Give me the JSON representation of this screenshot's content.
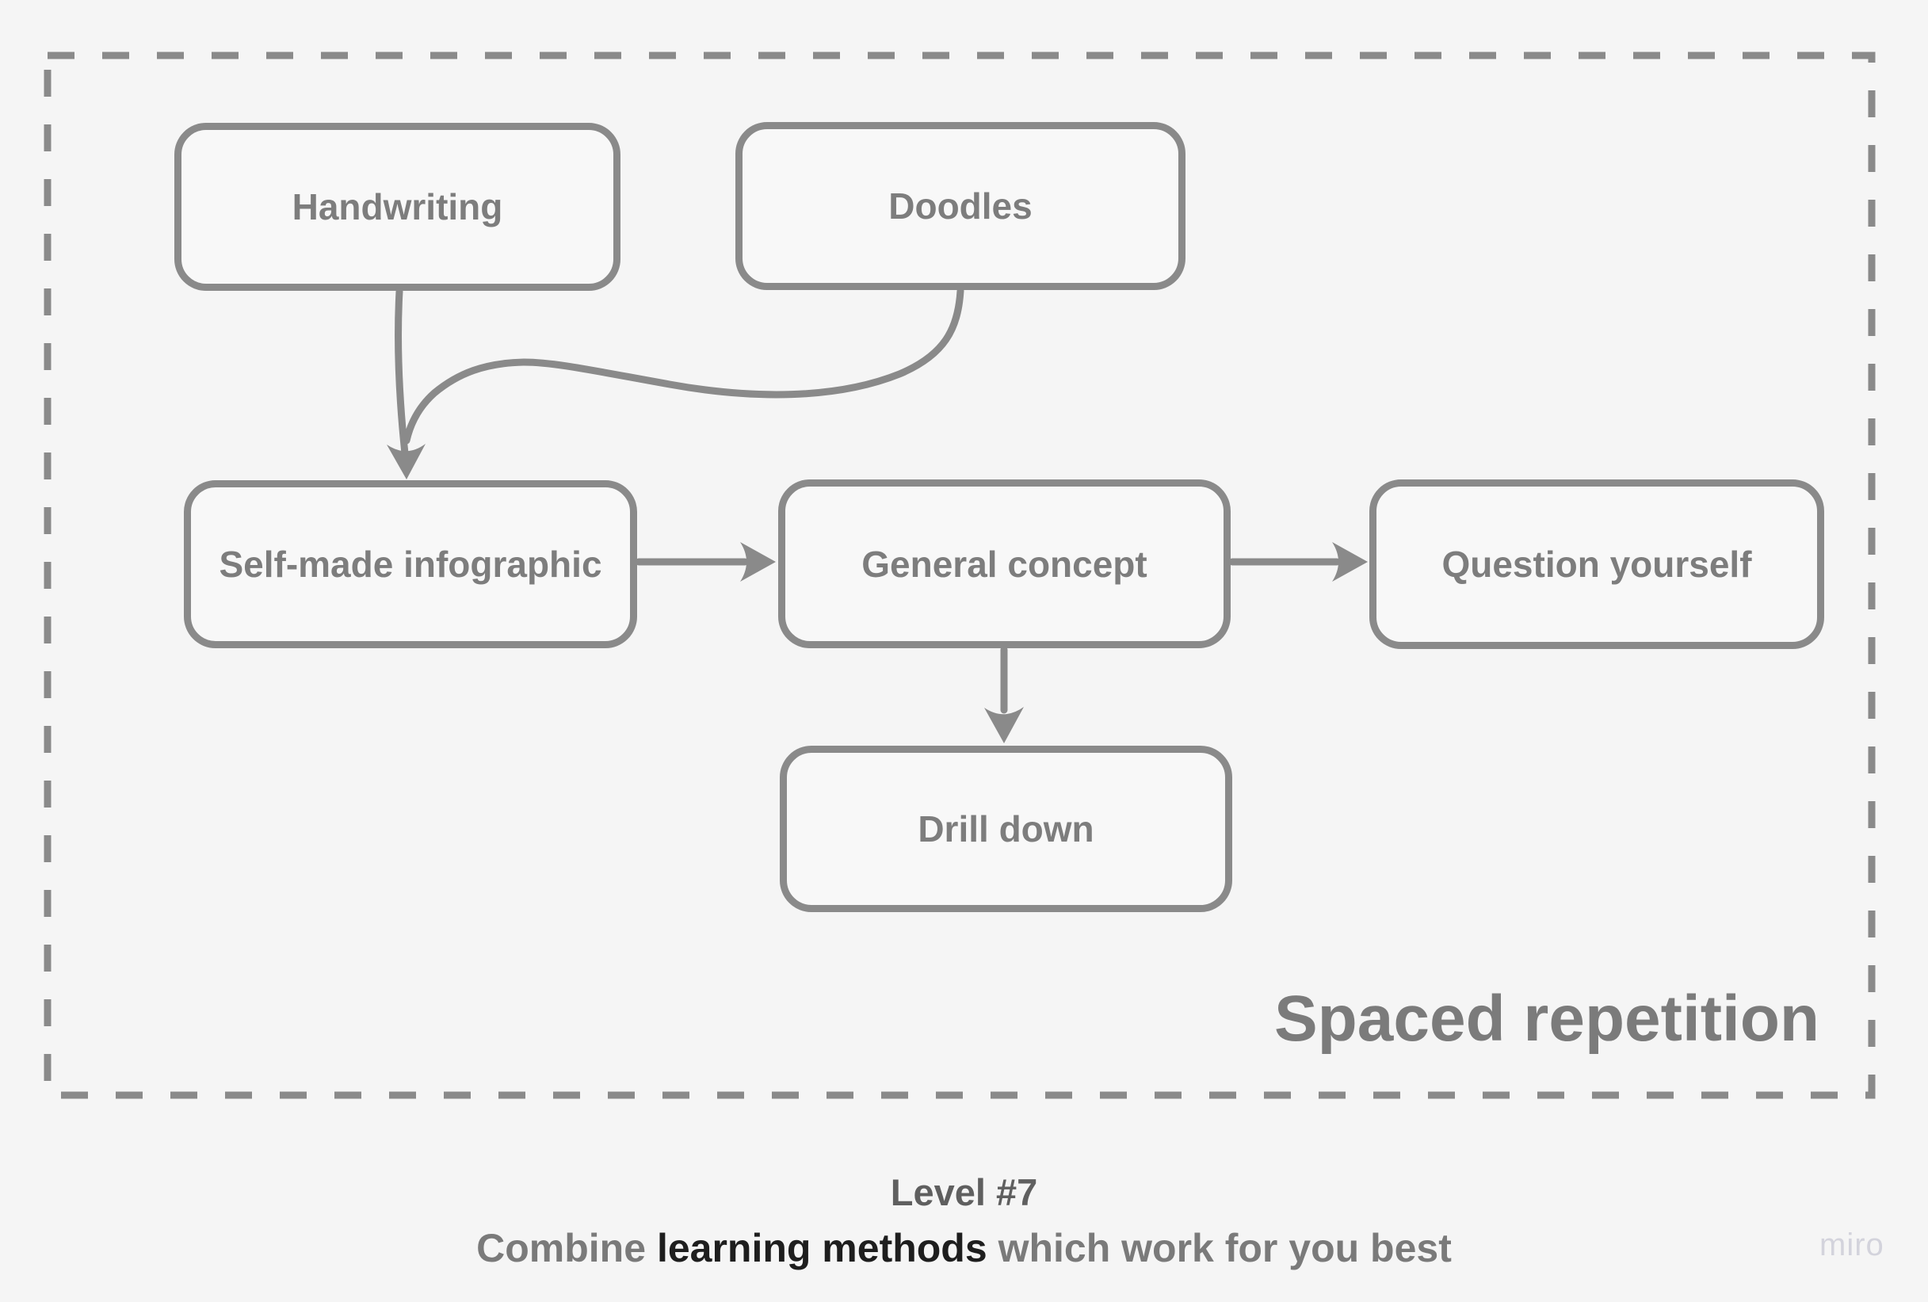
{
  "board": {
    "title": "Spaced repetition",
    "watermark": "miro",
    "nodes": [
      {
        "id": "handwriting",
        "label": "Handwriting"
      },
      {
        "id": "doodles",
        "label": "Doodles"
      },
      {
        "id": "self-made-infographic",
        "label": "Self-made infographic"
      },
      {
        "id": "general-concept",
        "label": "General concept"
      },
      {
        "id": "question-yourself",
        "label": "Question yourself"
      },
      {
        "id": "drill-down",
        "label": "Drill down"
      }
    ],
    "edges": [
      {
        "from": "Handwriting",
        "to": "Self-made infographic"
      },
      {
        "from": "Doodles",
        "to": "Self-made infographic"
      },
      {
        "from": "Self-made infographic",
        "to": "General concept"
      },
      {
        "from": "General concept",
        "to": "Question yourself"
      },
      {
        "from": "General concept",
        "to": "Drill down"
      }
    ]
  },
  "caption": {
    "level": "Level #7",
    "sentence_prefix": "Combine ",
    "sentence_emphasis": "learning methods",
    "sentence_suffix": " which work for you best"
  },
  "colors": {
    "background": "#f5f5f5",
    "stroke": "#8a8a8a",
    "node_fill": "#f8f8f8",
    "node_text": "#7d7d7d",
    "board_title_text": "#7b7b7b",
    "caption_level_text": "#5f5f5f",
    "caption_gray_text": "#7a7a7a",
    "caption_emphasis_text": "#1e1e1e",
    "watermark_text": "#d3d3dc"
  }
}
